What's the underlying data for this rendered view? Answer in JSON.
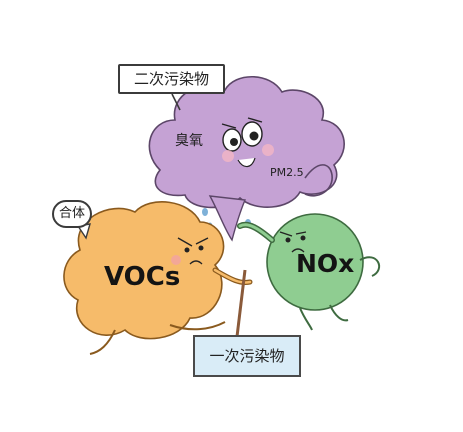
{
  "labels": {
    "secondary_pollutant": "二次污染物",
    "merge": "合体",
    "primary_pollutant": "一次污染物"
  },
  "characters": {
    "ozone": "臭氧",
    "pm": "PM2.5",
    "vocs": "VOCs",
    "nox": "NOx"
  },
  "colors": {
    "ozone_cloud": "#c5a2d4",
    "vocs_body": "#f6bb6a",
    "nox_body": "#8fcd91",
    "sign_fill": "#d9ecf7",
    "outline": "#4a4a4a"
  }
}
